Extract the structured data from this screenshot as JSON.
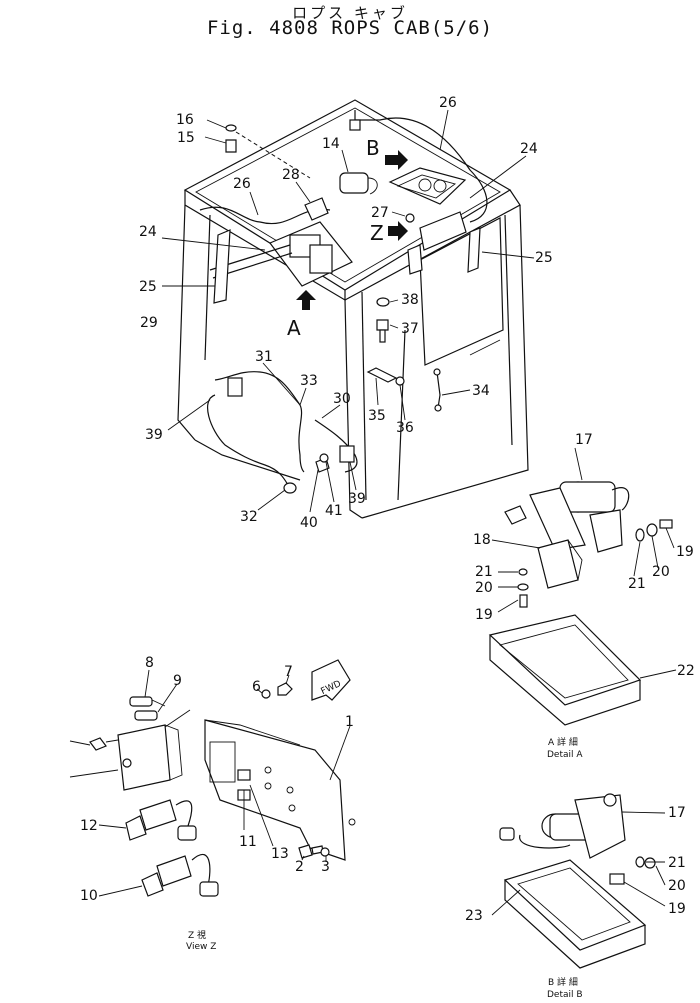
{
  "title": {
    "japanese": "ロプス キャブ",
    "english": "Fig. 4808 ROPS CAB(5/6)"
  },
  "view_labels": {
    "a": "A",
    "b": "B",
    "z": "Z"
  },
  "fwd_label": "FWD",
  "captions": {
    "view_z_jp": "Z 視",
    "view_z_en": "View Z",
    "detail_a_jp": "A 詳 細",
    "detail_a_en": "Detail A",
    "detail_b_jp": "B 詳 細",
    "detail_b_en": "Detail B"
  },
  "part_numbers": {
    "p1": "1",
    "p2": "2",
    "p3": "3",
    "p6": "6",
    "p7": "7",
    "p8": "8",
    "p9": "9",
    "p10": "10",
    "p11": "11",
    "p12": "12",
    "p13": "13",
    "p14": "14",
    "p15": "15",
    "p16": "16",
    "p17a": "17",
    "p17b": "17",
    "p18": "18",
    "p19a": "19",
    "p19b": "19",
    "p19c": "19",
    "p20a": "20",
    "p20b": "20",
    "p20c": "20",
    "p21a": "21",
    "p21b": "21",
    "p21c": "21",
    "p22": "22",
    "p23": "23",
    "p24a": "24",
    "p24b": "24",
    "p25a": "25",
    "p25b": "25",
    "p26a": "26",
    "p26b": "26",
    "p27": "27",
    "p28": "28",
    "p29": "29",
    "p30": "30",
    "p31": "31",
    "p32": "32",
    "p33": "33",
    "p34": "34",
    "p35": "35",
    "p36": "36",
    "p37": "37",
    "p38": "38",
    "p39a": "39",
    "p39b": "39",
    "p40": "40",
    "p41": "41"
  }
}
